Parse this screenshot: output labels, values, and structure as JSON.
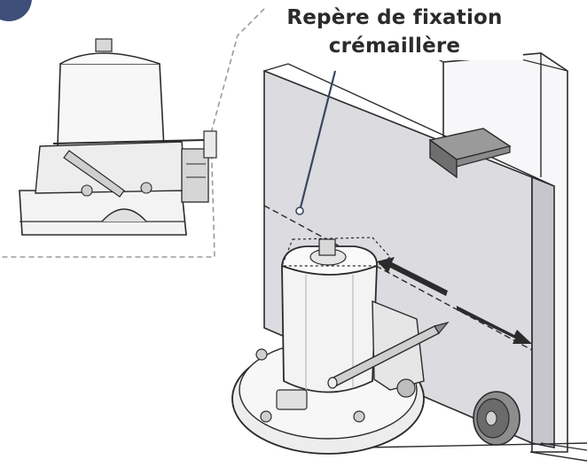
{
  "callout": {
    "line1": "Repère de fixation",
    "line2": "crémaillère"
  },
  "colors": {
    "ink": "#2b2b2b",
    "wall": "#eeeef2",
    "gate": "#d9d8dd",
    "motor": "#f4f4f4",
    "bracket": "#8a8a8a",
    "arrow": "#2b2b2b",
    "badge": "#3d4f78"
  },
  "icons": {
    "badge": "step-number-badge",
    "pencil": "pencil-icon",
    "arrows": "double-arrow-icon"
  }
}
